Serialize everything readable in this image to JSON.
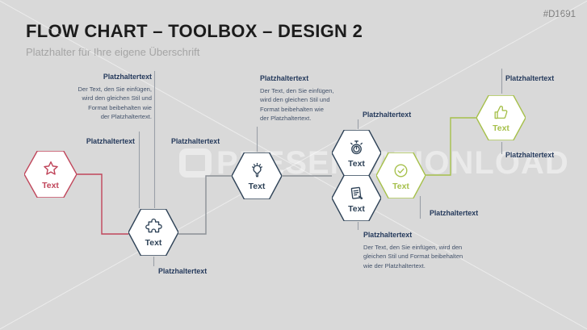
{
  "header": {
    "title": "FLOW CHART – TOOLBOX – DESIGN 2",
    "subtitle": "Platzhalter für Ihre eigene Überschrift",
    "code": "#D1691"
  },
  "watermark": {
    "text": "PRESENTATIONLOAD"
  },
  "diagram": {
    "colors": {
      "red": "#c0455a",
      "navy": "#2e4257",
      "green": "#a6c04b",
      "label_navy": "#24395b",
      "connector_gray": "#8b9096"
    },
    "hexagons": [
      {
        "icon": "star-icon",
        "label": "Text"
      },
      {
        "icon": "puzzle-icon",
        "label": "Text"
      },
      {
        "icon": "lightbulb-icon",
        "label": "Text"
      },
      {
        "icon": "stopwatch-icon",
        "label": "Text"
      },
      {
        "icon": "notes-icon",
        "label": "Text"
      },
      {
        "icon": "check-circle-icon",
        "label": "Text"
      },
      {
        "icon": "thumbs-up-icon",
        "label": "Text"
      }
    ],
    "placeholder_labels": [
      "Platzhaltertext",
      "Platzhaltertext",
      "Platzhaltertext",
      "Platzhaltertext",
      "Platzhaltertext",
      "Platzhaltertext",
      "Platzhaltertext"
    ],
    "text_blocks": [
      {
        "title": "Platzhaltertext",
        "body": "Der Text, den Sie einfügen,\nwird den gleichen Stil und\nFormat beibehalten wie\nder Platzhaltertext."
      },
      {
        "title": "Platzhaltertext",
        "body": "Der Text, den Sie einfügen,\nwird den gleichen Stil und\nFormat beibehalten wie\nder Platzhaltertext."
      },
      {
        "title": "Platzhaltertext",
        "body": "Der Text, den Sie einfügen, wird den\ngleichen Stil und Format beibehalten\nwie der Platzhaltertext."
      }
    ]
  }
}
